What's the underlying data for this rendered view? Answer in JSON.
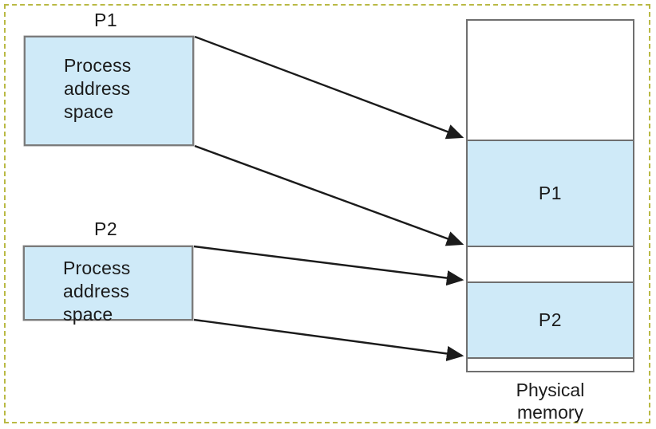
{
  "figure": {
    "title": "Process address space to physical memory mapping",
    "background_color": "#ffffff",
    "frame_color": "#b9b944",
    "fill_color": "#cfeaf8",
    "stroke_color": "#6f6f6f",
    "text_color": "#1b1b1b"
  },
  "processes": [
    {
      "heading": "P1",
      "box_text": "Process\naddress\nspace"
    },
    {
      "heading": "P2",
      "box_text": "Process\naddress\nspace"
    }
  ],
  "physical_memory": {
    "caption": "Physical\nmemory",
    "segments": [
      {
        "label": "",
        "filled": false
      },
      {
        "label": "P1",
        "filled": true
      },
      {
        "label": "",
        "filled": false
      },
      {
        "label": "P2",
        "filled": true
      },
      {
        "label": "",
        "filled": false
      }
    ]
  },
  "arrows": [
    {
      "name": "p1-top-to-memory",
      "from": "P1 address space top",
      "to": "P1 region start"
    },
    {
      "name": "p1-bottom-to-memory",
      "from": "P1 address space bottom",
      "to": "P1 region end"
    },
    {
      "name": "p2-top-to-memory",
      "from": "P2 address space top",
      "to": "P2 region start"
    },
    {
      "name": "p2-bottom-to-memory",
      "from": "P2 address space bottom",
      "to": "P2 region end"
    }
  ]
}
